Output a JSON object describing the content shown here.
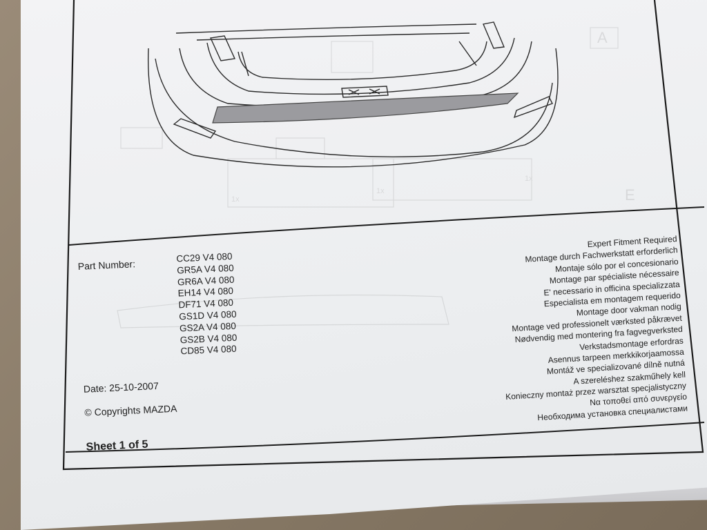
{
  "document": {
    "part_number_label": "Part Number:",
    "part_numbers": [
      "CC29 V4 080",
      "GR5A V4 080",
      "GR6A V4 080",
      "EH14 V4 080",
      "DF71 V4 080",
      "GS1D V4 080",
      "GS2A V4 080",
      "GS2B V4 080",
      "CD85 V4 080"
    ],
    "date": "Date: 25-10-2007",
    "copyright": "© Copyrights MAZDA",
    "sheet": "Sheet 1 of 5",
    "fitment_notes": [
      "Expert Fitment Required",
      "Montage durch Fachwerkstatt erforderlich",
      "Montaje sólo por el concesionario",
      "Montage par spécialiste nécessaire",
      "E' necessario in officina specializzata",
      "Especialista em montagem requerido",
      "Montage door vakman nodig",
      "Montage ved professionelt værksted påkrævet",
      "Nødvendig med montering fra fagvegverksted",
      "Verkstadsmontage erfordras",
      "Asennus tarpeen merkkikorjaamossa",
      "Montáž ve specializované dílně nutná",
      "A szereléshez szakműhely kell",
      "Konieczny montaż przez warsztat specjalistyczny",
      "Να τοποθεί από συνεργείο",
      "Необходима установка специалистами"
    ],
    "show_through_marks": [
      "A",
      "E",
      "1x",
      "1x",
      "1x"
    ]
  }
}
